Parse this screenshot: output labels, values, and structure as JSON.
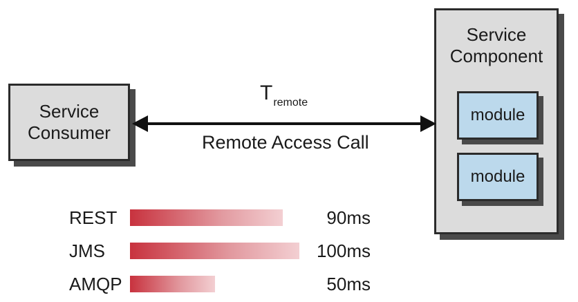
{
  "consumer": {
    "line1": "Service",
    "line2": "Consumer"
  },
  "component": {
    "line1": "Service",
    "line2": "Component",
    "modules": [
      "module",
      "module"
    ]
  },
  "call": {
    "t_main": "T",
    "t_sub": "remote",
    "label": "Remote Access Call"
  },
  "protocols": [
    {
      "name": "REST",
      "time": "90ms",
      "value": 90
    },
    {
      "name": "JMS",
      "time": "100ms",
      "value": 100
    },
    {
      "name": "AMQP",
      "time": "50ms",
      "value": 50
    }
  ],
  "colors": {
    "bar_start": "#c8323e",
    "bar_end": "#f3cfd2",
    "module_fill": "#bcd9ec",
    "box_fill": "#dcdcdc"
  }
}
